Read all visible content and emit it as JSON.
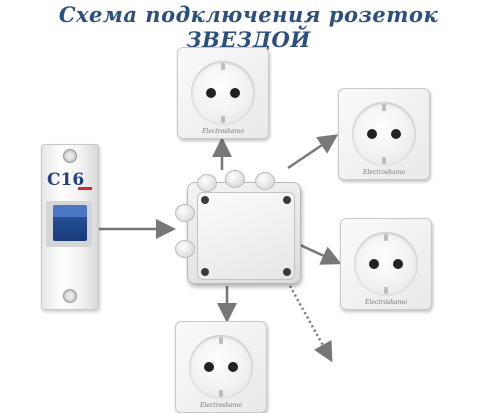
{
  "title": "Схема подключения розеток ЗВЕЗДОЙ",
  "breaker": {
    "rating": "C16",
    "accent_color": "#1f3f80"
  },
  "sockets": [
    {
      "brand": "Electroshamo"
    },
    {
      "brand": "Electroshamo"
    },
    {
      "brand": "Electroshamo"
    },
    {
      "brand": "Electroshamo"
    }
  ],
  "colors": {
    "title": "#2b4f7f",
    "arrow": "#777777",
    "breaker_lever": "#1f3f80",
    "breaker_mark": "#d32a2a"
  }
}
